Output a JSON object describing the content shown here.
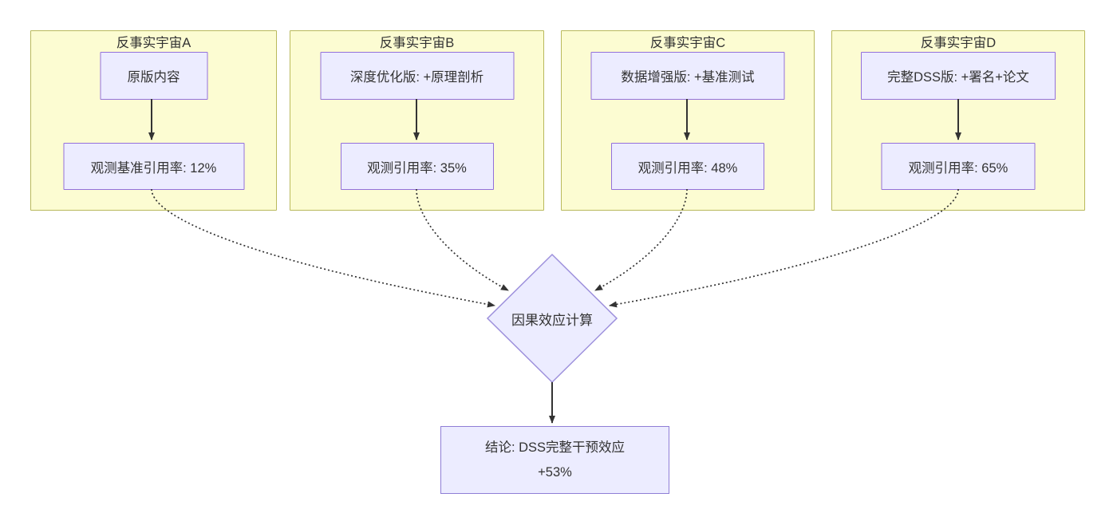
{
  "diagram": {
    "universes": [
      {
        "title": "反事实宇宙A",
        "input": "原版内容",
        "observation": "观测基准引用率: 12%"
      },
      {
        "title": "反事实宇宙B",
        "input": "深度优化版: +原理剖析",
        "observation": "观测引用率: 35%"
      },
      {
        "title": "反事实宇宙C",
        "input": "数据增强版: +基准测试",
        "observation": "观测引用率: 48%"
      },
      {
        "title": "反事实宇宙D",
        "input": "完整DSS版: +署名+论文",
        "observation": "观测引用率: 65%"
      }
    ],
    "decision": {
      "label": "因果效应计算"
    },
    "conclusion": {
      "line1": "结论: DSS完整干预效应",
      "line2": "+53%"
    },
    "colors": {
      "canvas_background": "#ffffff",
      "universe_fill": "#fcfcd2",
      "universe_border": "#b9b95c",
      "node_fill": "#ececff",
      "node_border": "#9370db",
      "decision_border": "#9d90dc",
      "edge": "#333333",
      "text": "#333333"
    }
  }
}
